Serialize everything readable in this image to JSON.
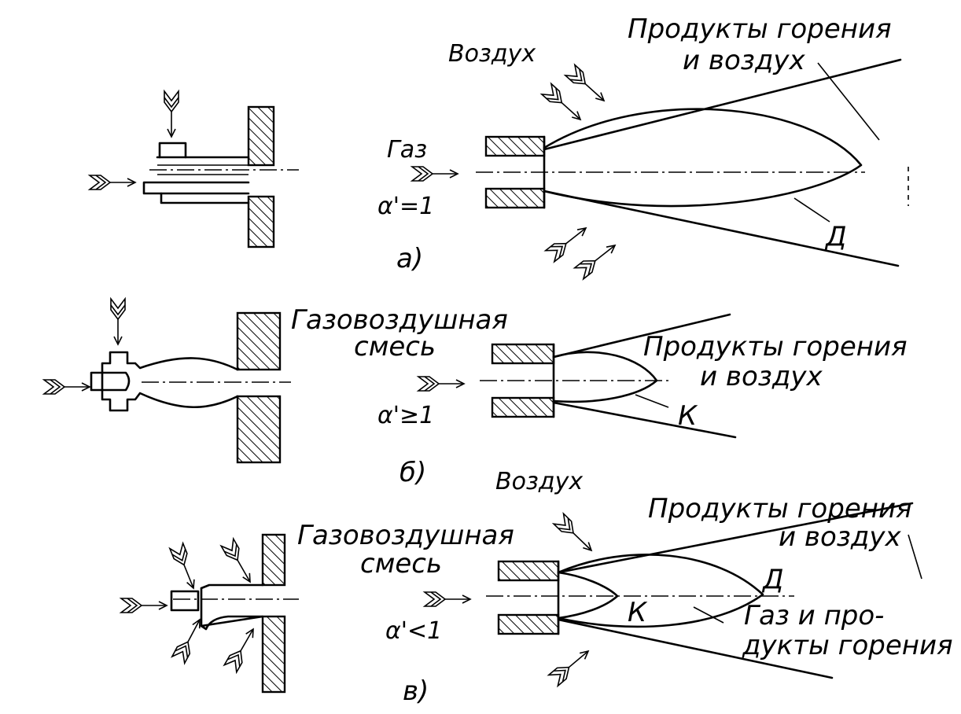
{
  "panel_a": {
    "caption": "а)",
    "gas": "Газ",
    "alpha": "α'=1",
    "air": "Воздух",
    "products_line1": "Продукты горения",
    "products_line2": "и воздух",
    "marker_d": "Д"
  },
  "panel_b": {
    "caption": "б)",
    "mixture_line1": "Газовоздушная",
    "mixture_line2": "смесь",
    "alpha": "α'≥1",
    "products_line1": "Продукты горения",
    "products_line2": "и воздух",
    "marker_k": "К"
  },
  "panel_c": {
    "caption": "в)",
    "air": "Воздух",
    "mixture_line1": "Газовоздушная",
    "mixture_line2": "смесь",
    "alpha": "α'<1",
    "products_line1": "Продукты горения",
    "products_line2": "и воздух",
    "marker_d": "Д",
    "marker_k": "К",
    "gas_products_line1": "Газ и про-",
    "gas_products_line2": "дукты горения"
  }
}
